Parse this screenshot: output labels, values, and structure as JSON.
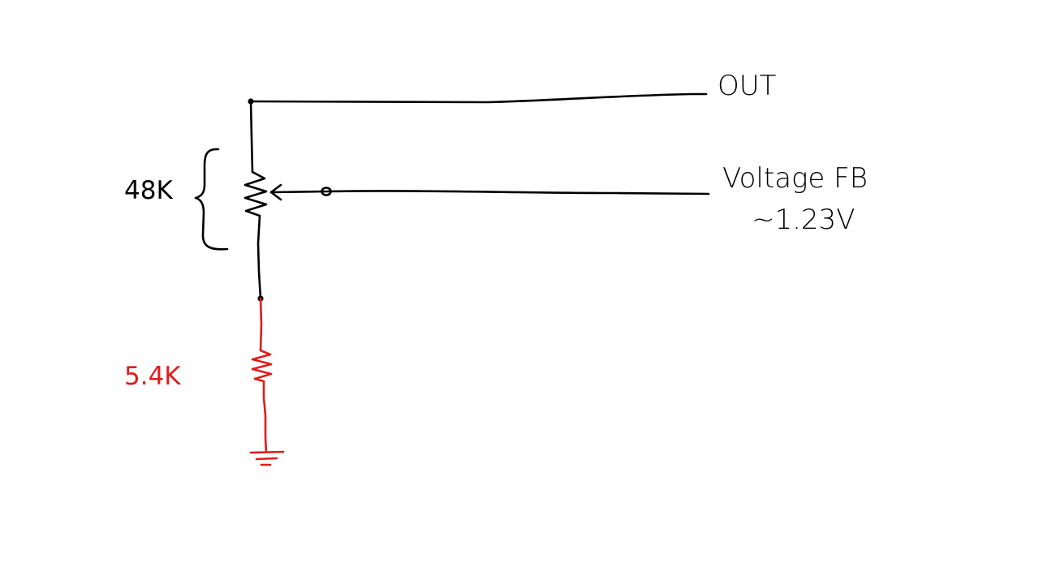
{
  "diagram": {
    "labels": {
      "out": "OUT",
      "feedback": "Voltage FB",
      "feedback_voltage": "~1.23V",
      "pot_value": "48K",
      "resistor_value": "5.4K"
    },
    "colors": {
      "wire": "#000000",
      "highlight": "#e01b1b",
      "background": "#ffffff"
    }
  }
}
